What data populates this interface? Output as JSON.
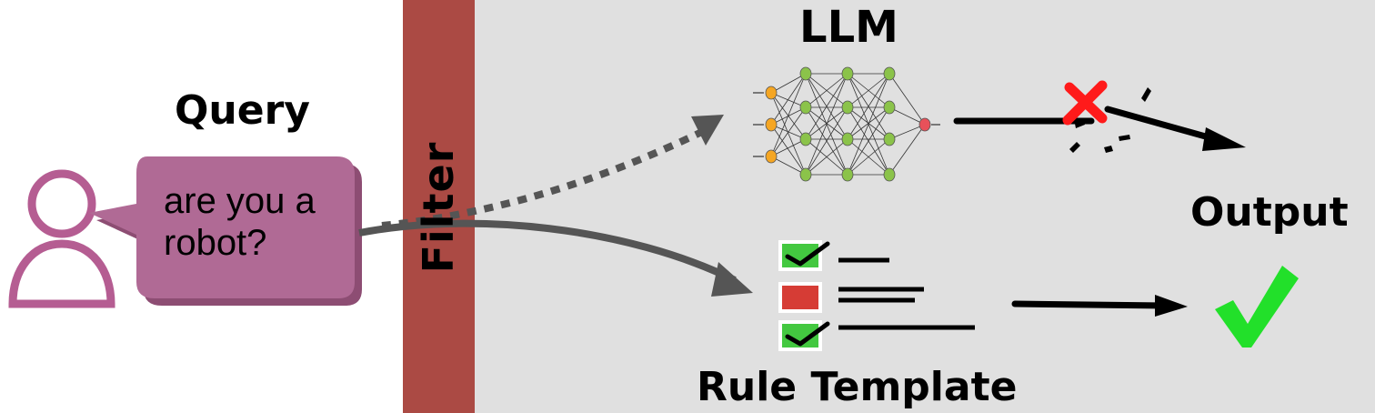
{
  "labels": {
    "query": "Query",
    "llm": "LLM",
    "output": "Output",
    "rule_template": "Rule Template",
    "filter": "Filter"
  },
  "bubble": {
    "line1": "are you a",
    "line2": "robot?"
  },
  "icons": [
    "user-icon",
    "neural-network-icon",
    "red-x-icon",
    "green-checkmark-icon",
    "checklist-icon"
  ],
  "colors": {
    "filter": "#ab4a44",
    "bubble": "#b06a95",
    "user": "#b55d92",
    "background_right": "#e0e0e0",
    "check_box": "#43c840",
    "cross_box": "#d63c35",
    "green_check": "#22e02a",
    "red_x": "#ff1a1a",
    "nn_input": "#f5a623",
    "nn_hidden": "#8bc34a",
    "nn_output": "#e8515a"
  }
}
